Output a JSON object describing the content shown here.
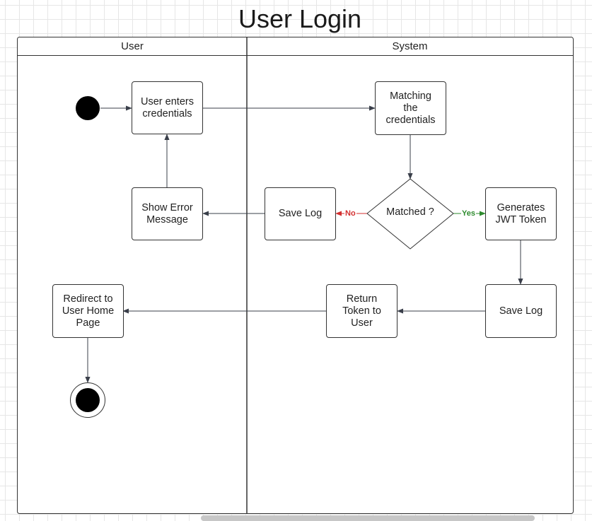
{
  "diagram": {
    "title": "User Login",
    "lanes": {
      "user": "User",
      "system": "System"
    },
    "nodes": {
      "enter_credentials": "User enters\ncredentials",
      "match_credentials": "Matching\nthe\ncredentials",
      "decision": "Matched ?",
      "save_log_no": "Save Log",
      "generate_token": "Generates\nJWT Token",
      "show_error": "Show Error\nMessage",
      "save_log_yes": "Save Log",
      "return_token": "Return\nToken to\nUser",
      "redirect_home": "Redirect to\nUser Home\nPage"
    },
    "edge_labels": {
      "no": "No",
      "yes": "Yes"
    },
    "colors": {
      "no": "#d32f2f",
      "yes": "#2e8b2e",
      "edge": "#3a3f4a",
      "node_border": "#333333"
    }
  }
}
